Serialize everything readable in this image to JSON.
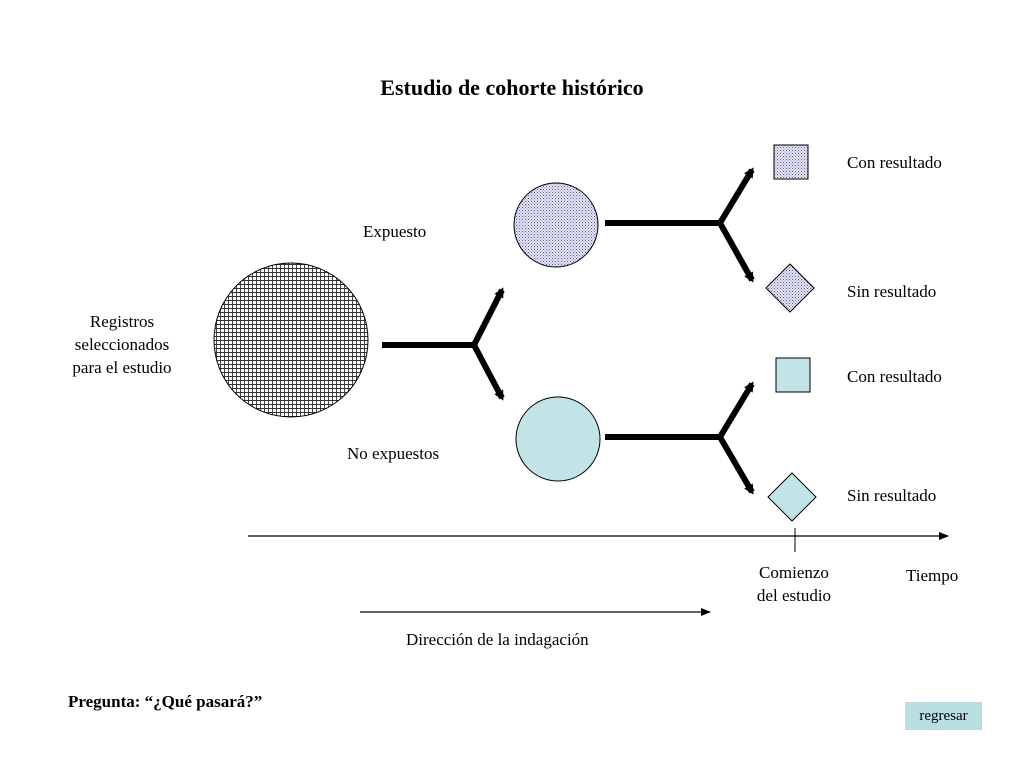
{
  "title": "Estudio de cohorte histórico",
  "colors": {
    "exposed_fill": "#e6e6f5",
    "unexposed_fill": "#c2e4e7",
    "button_bg": "#b9dfe3",
    "ink": "#000000"
  },
  "labels": {
    "source_line1": "Registros",
    "source_line2": "seleccionados",
    "source_line3": "para el estudio",
    "exposed": "Expuesto",
    "unexposed": "No expuestos",
    "exposed_with_outcome": "Con resultado",
    "exposed_without_outcome": "Sin resultado",
    "unexposed_with_outcome": "Con resultado",
    "unexposed_without_outcome": "Sin resultado",
    "study_start_line1": "Comienzo",
    "study_start_line2": "del estudio",
    "time": "Tiempo",
    "inquiry_direction": "Dirección de la indagación"
  },
  "question": "Pregunta: “¿Qué pasará?”",
  "back_button": "regresar"
}
